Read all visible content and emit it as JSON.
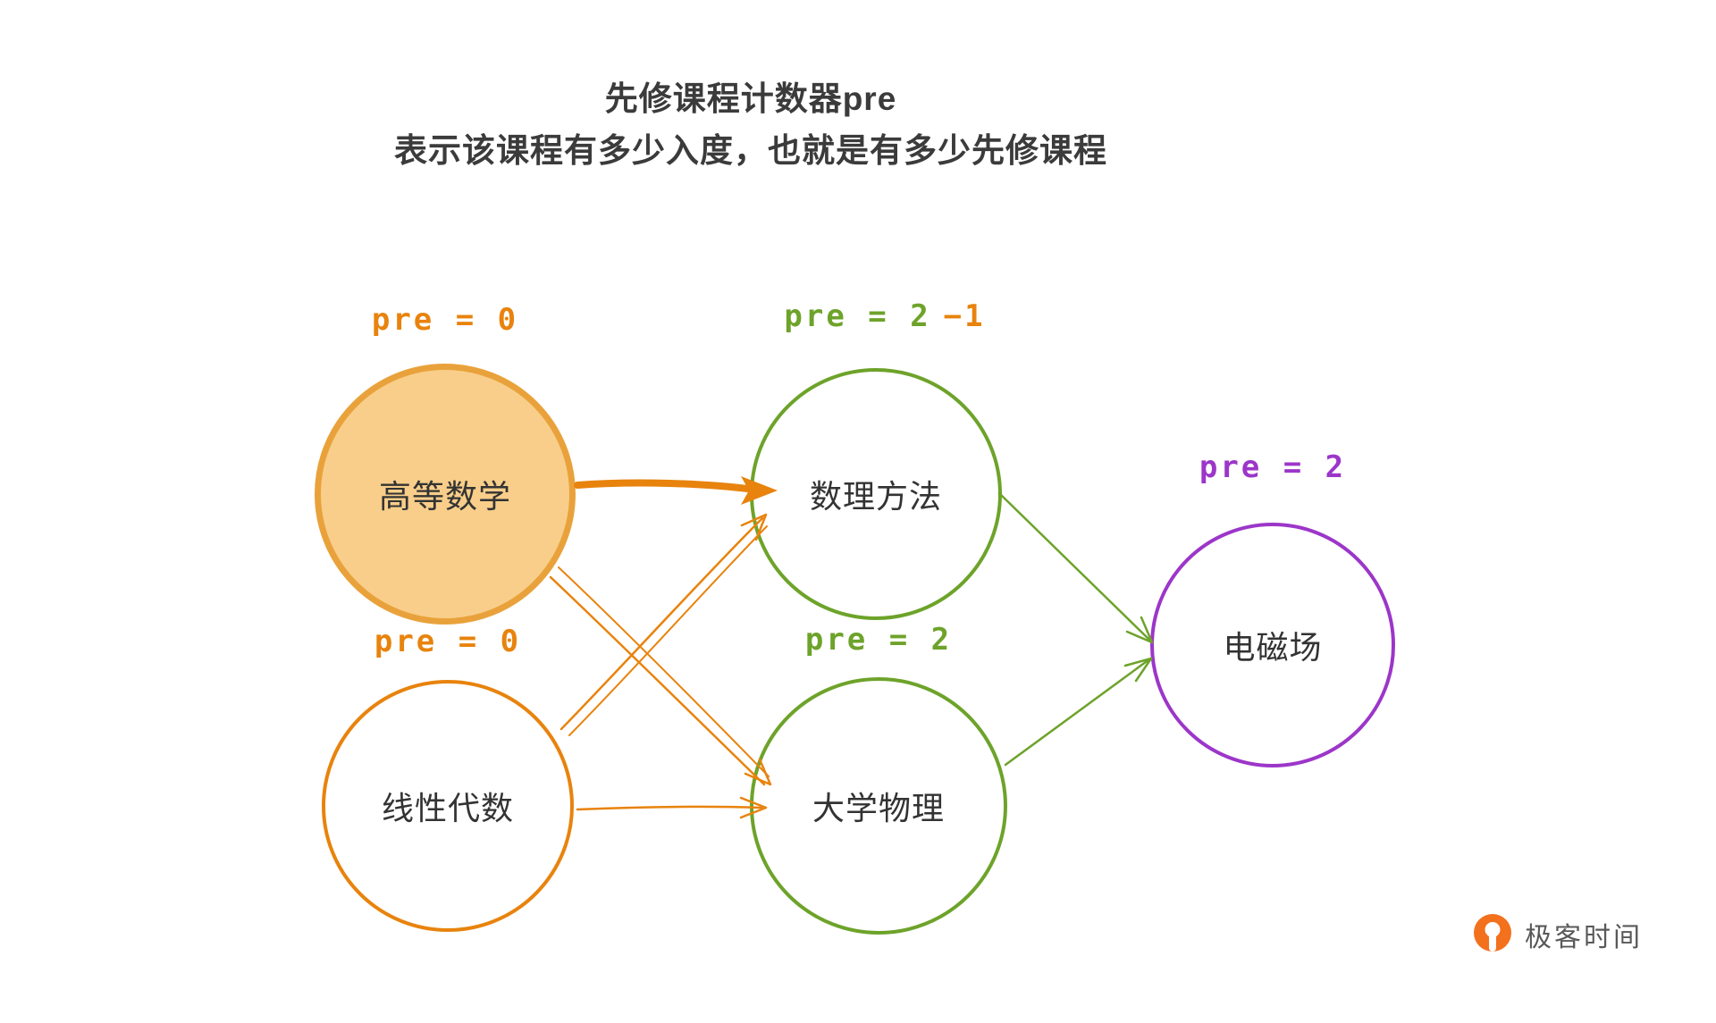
{
  "title": {
    "line1": "先修课程计数器pre",
    "line2": "表示该课程有多少入度，也就是有多少先修课程"
  },
  "nodes": {
    "advanced_math": {
      "label": "高等数学",
      "pre": "pre = 0"
    },
    "linear_algebra": {
      "label": "线性代数",
      "pre": "pre = 0"
    },
    "math_methods": {
      "label": "数理方法",
      "pre": "pre = 2",
      "pre_delta": "−1"
    },
    "college_physics": {
      "label": "大学物理",
      "pre": "pre = 2"
    },
    "em_field": {
      "label": "电磁场",
      "pre": "pre = 2"
    }
  },
  "edges": [
    {
      "from": "高等数学",
      "to": "数理方法",
      "color": "#E8830D",
      "style": "bold-solid-arrow"
    },
    {
      "from": "高等数学",
      "to": "大学物理",
      "color": "#E8830D",
      "style": "thin-open-arrow"
    },
    {
      "from": "线性代数",
      "to": "数理方法",
      "color": "#E8830D",
      "style": "thin-open-arrow"
    },
    {
      "from": "线性代数",
      "to": "大学物理",
      "color": "#E8830D",
      "style": "thin-open-arrow"
    },
    {
      "from": "数理方法",
      "to": "电磁场",
      "color": "#6DA32A",
      "style": "thin-open-arrow"
    },
    {
      "from": "大学物理",
      "to": "电磁场",
      "color": "#6DA32A",
      "style": "thin-open-arrow"
    }
  ],
  "colors": {
    "orange": "#E8830D",
    "orange_fill": "#F8CE8A",
    "orange_fill_border": "#E9A23B",
    "green": "#6DA32A",
    "purple": "#9C36C9",
    "node_text": "#333333",
    "title_text": "#3B3B3B",
    "logo_orange": "#F3701D",
    "logo_text": "#595959"
  },
  "logo": {
    "text": "极客时间"
  }
}
